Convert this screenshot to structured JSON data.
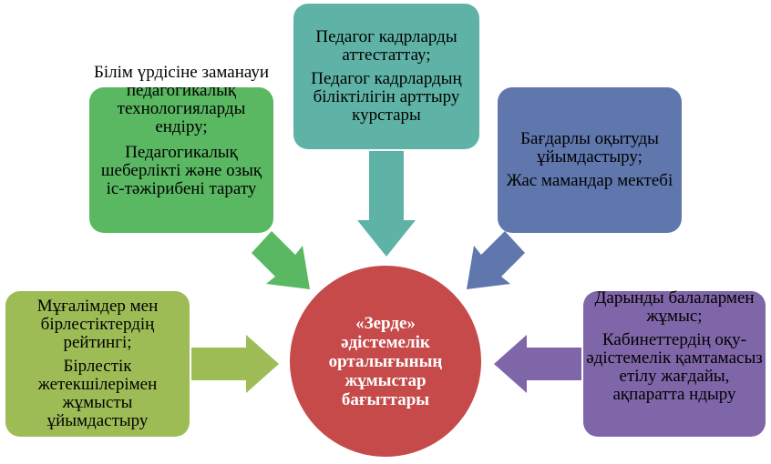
{
  "colors": {
    "top_box": "#5fb3a6",
    "left_top_box": "#5ab862",
    "right_top_box": "#5f77ad",
    "left_bottom_box": "#9ebc56",
    "right_bottom_box": "#7e66a8",
    "center": "#c64a4a"
  },
  "center": {
    "title": "«Зерде» әдістемелік орталығының жұмыстар бағыттары"
  },
  "boxes": {
    "top": {
      "line1": "Педагог кадрларды аттестаттау;",
      "line2": "Педагог кадрлардың біліктілігін арттыру курстары"
    },
    "left_top": {
      "line1": "Білім үрдісіне заманауи педагогикалық технологияларды ендіру;",
      "line2": "Педагогикалық шеберлікті және озық іс-тәжірибені тарату"
    },
    "right_top": {
      "line1": "Бағдарлы оқытуды ұйымдастыру;",
      "line2": "Жас мамандар мектебі"
    },
    "left_bottom": {
      "line1": "Мұғалімдер мен бірлестіктердің рейтингі;",
      "line2": "Бірлестік жетекшілерімен жұмысты ұйымдастыру"
    },
    "right_bottom": {
      "line1": "Дарынды балалармен жұмыс;",
      "line2": "Кабинеттердің оқу-әдістемелік қамтамасыз етілу жағдайы, ақпаратта ндыру"
    }
  }
}
